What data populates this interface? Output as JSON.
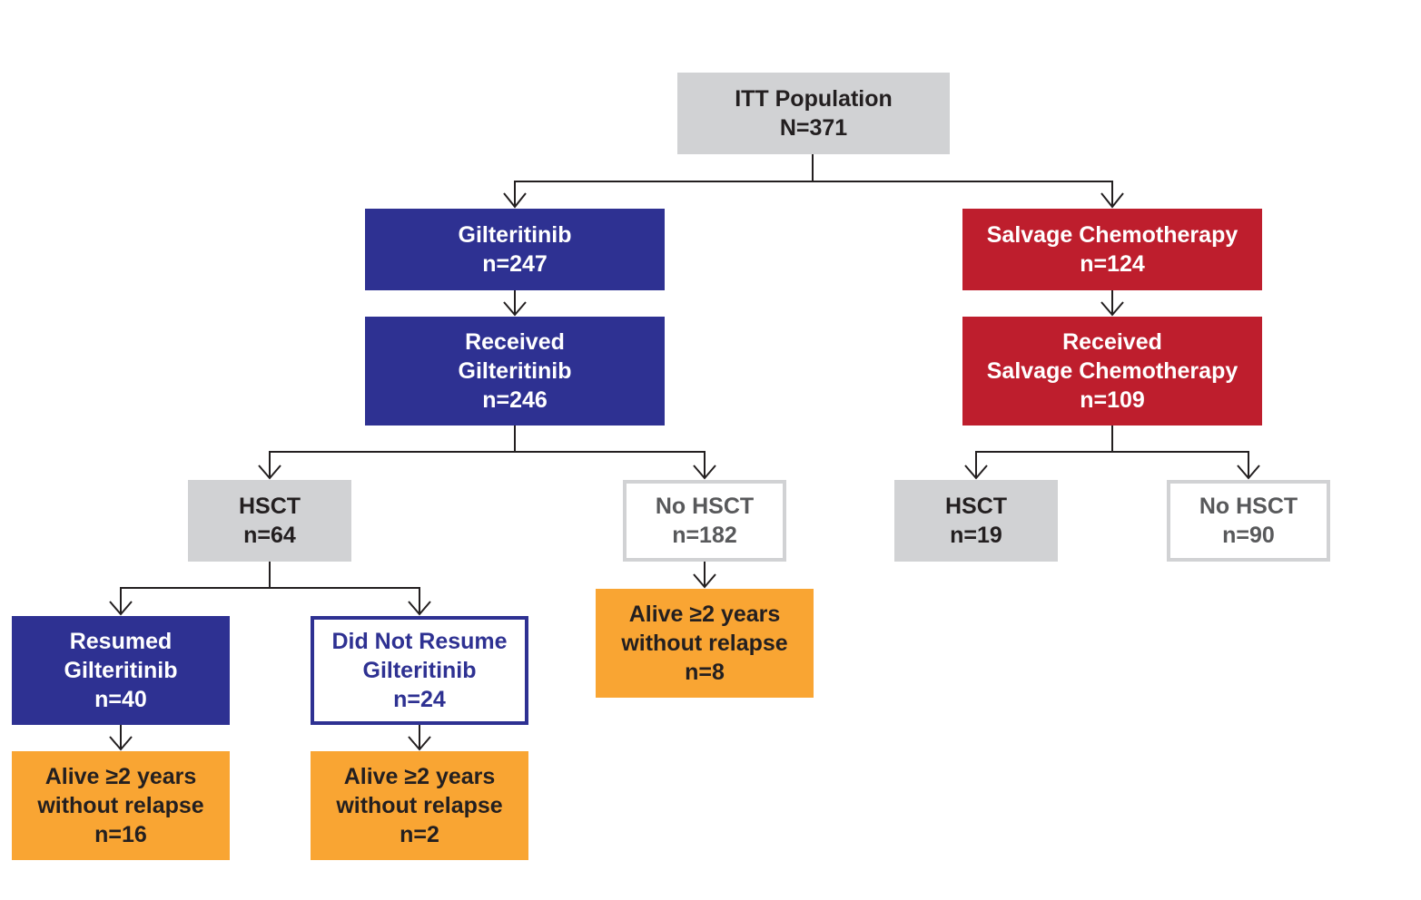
{
  "colors": {
    "blue": "#2e3192",
    "red": "#be1e2d",
    "gray": "#d1d2d4",
    "orange": "#f9a533",
    "text_dark": "#231f20",
    "connector": "#231f20"
  },
  "nodes": {
    "itt": {
      "lines": [
        "ITT Population",
        "N=371"
      ]
    },
    "gilt": {
      "lines": [
        "Gilteritinib",
        "n=247"
      ]
    },
    "salvage": {
      "lines": [
        "Salvage Chemotherapy",
        "n=124"
      ]
    },
    "recv_gilt": {
      "lines": [
        "Received",
        "Gilteritinib",
        "n=246"
      ]
    },
    "recv_salvage": {
      "lines": [
        "Received",
        "Salvage Chemotherapy",
        "n=109"
      ]
    },
    "hsct_gilt": {
      "lines": [
        "HSCT",
        "n=64"
      ]
    },
    "nohsct_gilt": {
      "lines": [
        "No HSCT",
        "n=182"
      ]
    },
    "hsct_salvage": {
      "lines": [
        "HSCT",
        "n=19"
      ]
    },
    "nohsct_salvage": {
      "lines": [
        "No HSCT",
        "n=90"
      ]
    },
    "resumed": {
      "lines": [
        "Resumed",
        "Gilteritinib",
        "n=40"
      ]
    },
    "not_resumed": {
      "lines": [
        "Did Not Resume",
        "Gilteritinib",
        "n=24"
      ]
    },
    "alive_resumed": {
      "lines": [
        "Alive ≥2 years",
        "without relapse",
        "n=16"
      ]
    },
    "alive_not_resumed": {
      "lines": [
        "Alive ≥2 years",
        "without relapse",
        "n=2"
      ]
    },
    "alive_nohsct": {
      "lines": [
        "Alive ≥2 years",
        "without relapse",
        "n=8"
      ]
    }
  }
}
